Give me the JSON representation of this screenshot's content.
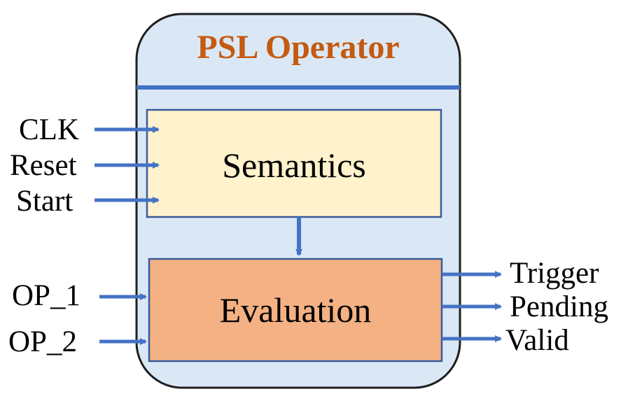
{
  "operator": {
    "title": "PSL Operator",
    "title_color": "#c55a11",
    "fill_color": "#dae8f6",
    "border_color": "#1f1f1f"
  },
  "semantics": {
    "label": "Semantics",
    "fill_color": "#fff2cc"
  },
  "evaluation": {
    "label": "Evaluation",
    "fill_color": "#f4b183"
  },
  "arrow_color": "#4472c4",
  "inputs": {
    "clk": "CLK",
    "reset": "Reset",
    "start": "Start",
    "op1": "OP_1",
    "op2": "OP_2"
  },
  "outputs": {
    "trigger": "Trigger",
    "pending": "Pending",
    "valid": "Valid"
  }
}
